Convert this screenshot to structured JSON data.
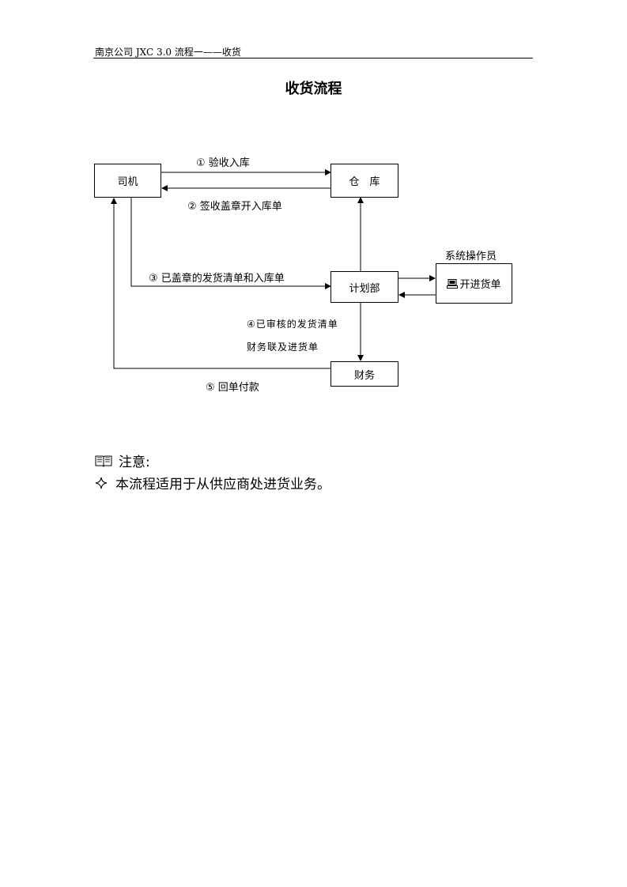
{
  "header": {
    "text": "南京公司 JXC 3.0 流程一——收货"
  },
  "title": "收货流程",
  "diagram": {
    "nodes": {
      "driver": "司机",
      "warehouse": "仓　库",
      "planning": "计划部",
      "finance": "财务",
      "order_entry": "开进货单",
      "operator_caption": "系统操作员"
    },
    "edges": {
      "e1": "① 验收入库",
      "e2": "② 签收盖章开入库单",
      "e3": "③ 已盖章的发货清单和入库单",
      "e4_line1": "④已审核的发货清单",
      "e4_line2": "财务联及进货单",
      "e5": "⑤ 回单付款"
    }
  },
  "notes": {
    "heading": "注意:",
    "items": [
      "本流程适用于从供应商处进货业务。"
    ]
  },
  "icons": {
    "note": "book-icon",
    "bullet": "diamond-star-icon",
    "computer": "computer-icon"
  }
}
